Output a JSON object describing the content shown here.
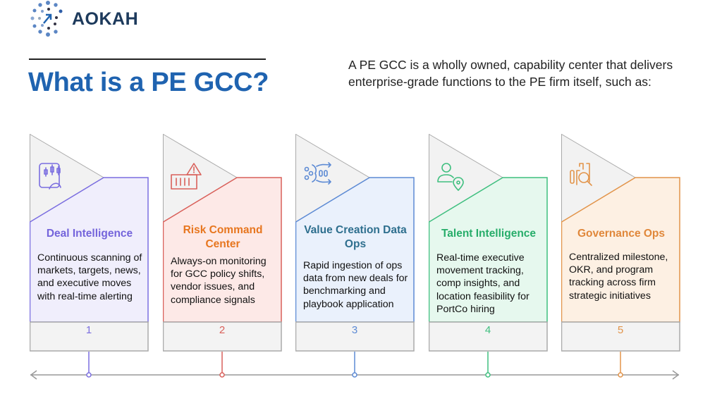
{
  "logo": {
    "text": "AOKAH"
  },
  "header": {
    "title": "What is a PE GCC?",
    "intro": "A PE GCC is a wholly owned, capability center that delivers enterprise-grade functions to the PE firm itself, such as:"
  },
  "cards": [
    {
      "number": "1",
      "title": "Deal Intelligence",
      "description": "Continuous scanning of markets, targets, news, and executive moves with real-time alerting",
      "icon": "candlestick-chart-icon",
      "color": "#7b6ee0",
      "title_color": "#7464db",
      "fill": "#f0eefc"
    },
    {
      "number": "2",
      "title": "Risk Command Center",
      "description": "Always-on monitoring for GCC policy shifts, vendor issues, and compliance signals",
      "icon": "warning-container-icon",
      "color": "#d9605a",
      "title_color": "#e7761f",
      "fill": "#fde9e7"
    },
    {
      "number": "3",
      "title": "Value Creation Data Ops",
      "description": "Rapid ingestion of ops data from new deals for benchmarking and playbook application",
      "icon": "data-flow-icon",
      "color": "#5c8ad4",
      "title_color": "#2e6f8e",
      "fill": "#eaf1fc"
    },
    {
      "number": "4",
      "title": "Talent  Intelligence",
      "description": "Real-time executive movement tracking, comp insights, and location feasibility for PortCo hiring",
      "icon": "person-location-icon",
      "color": "#3fbf7f",
      "title_color": "#27ad6a",
      "fill": "#e6f8ee"
    },
    {
      "number": "5",
      "title": "Governance Ops",
      "description": "Centralized milestone, OKR, and program tracking across firm strategic initiatives",
      "icon": "document-search-icon",
      "color": "#e2944a",
      "title_color": "#e0873a",
      "fill": "#fdf0e3"
    }
  ]
}
